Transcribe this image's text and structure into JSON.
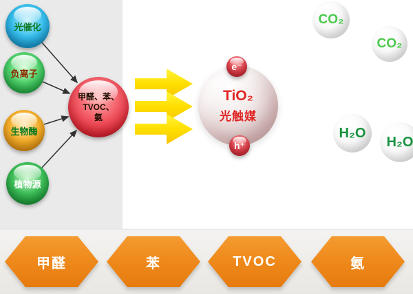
{
  "factors": [
    {
      "label": "光催化"
    },
    {
      "label": "负离子"
    },
    {
      "label": "生物酶"
    },
    {
      "label": "植物源"
    }
  ],
  "pollutants_sphere": {
    "lines": [
      "甲醛、苯、",
      "TVOC、",
      "氨"
    ]
  },
  "catalyst_bubble": {
    "formula": "TiO₂",
    "name": "光触媒",
    "electron_label": "e⁻",
    "hole_label": "h⁺"
  },
  "products": {
    "co2_labels": [
      "CO₂",
      "CO₂"
    ],
    "h2o_labels": [
      "H₂O",
      "H₂O"
    ]
  },
  "bottom_row": {
    "items": [
      "甲醛",
      "苯",
      "TVOC",
      "氨"
    ]
  },
  "colors": {
    "factor_blue": "#39c2f0",
    "factor_green": "#3fc95f",
    "factor_orange": "#f6a51e",
    "factor_green_dark": "#2fb24a",
    "pollutant_red": "#e6303c",
    "arrow_yellow": "#ffdf00",
    "catalyst_text_red": "#e02424",
    "co2_green": "#4cc94c",
    "h2o_green": "#17913f",
    "hexagon_orange": "#ef8a1c"
  }
}
